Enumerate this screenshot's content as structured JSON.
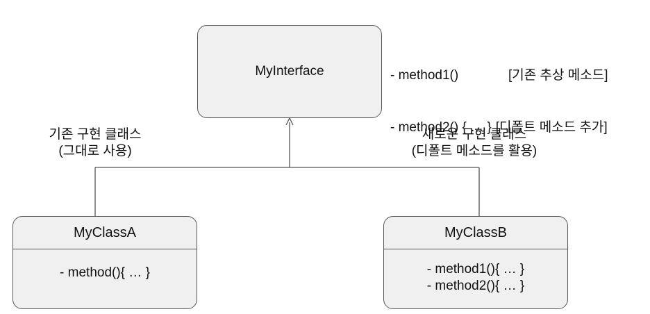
{
  "interface": {
    "name": "MyInterface"
  },
  "note": [
    {
      "signature": "- method1()",
      "tag": "[기존 추상 메소드]"
    },
    {
      "signature": "- method2() { … }",
      "tag": "[디폴트 메소드 추가]"
    }
  ],
  "left_label": {
    "line1": "기존 구현 클래스",
    "line2": "(그대로 사용)"
  },
  "right_label": {
    "line1": "새로운 구현 클래스",
    "line2": "(디폴트 메소드를 활용)"
  },
  "class_a": {
    "name": "MyClassA",
    "methods": [
      "- method(){ … }"
    ]
  },
  "class_b": {
    "name": "MyClassB",
    "methods": [
      "- method1(){ … }",
      "- method2(){ … }"
    ]
  },
  "colors": {
    "box_fill": "#f0f0f0",
    "box_border": "#555555",
    "line": "#555555"
  }
}
